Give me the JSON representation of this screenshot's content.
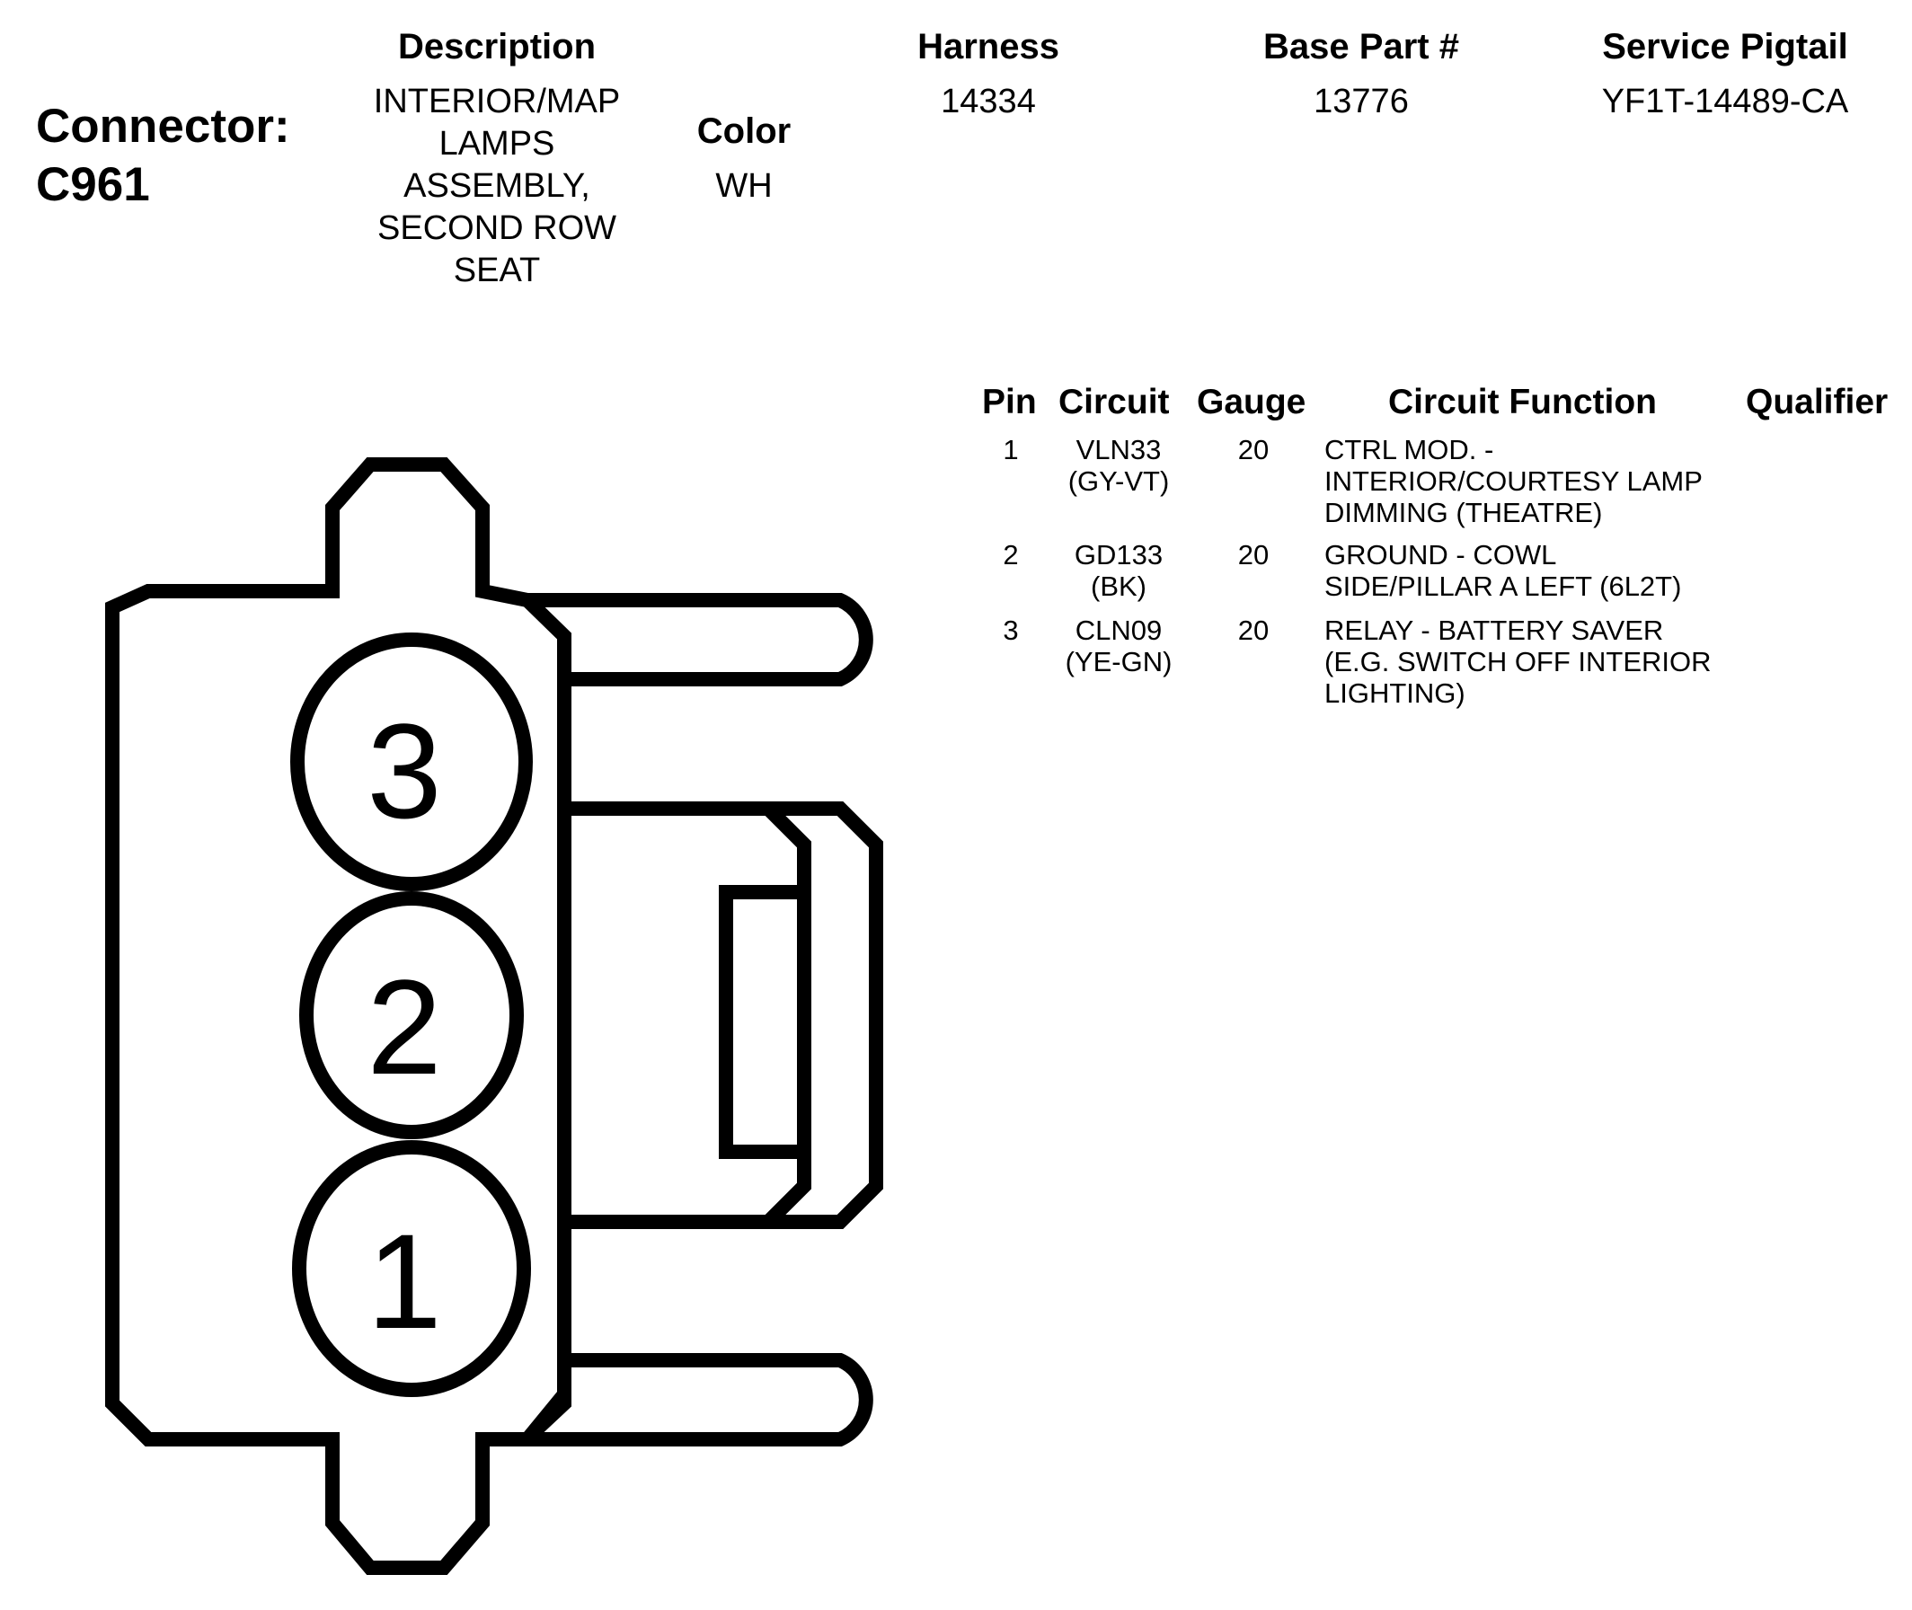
{
  "connector": {
    "label": "Connector:",
    "id": "C961"
  },
  "header": {
    "description_label": "Description",
    "description_value": "INTERIOR/MAP\nLAMPS\nASSEMBLY,\nSECOND ROW\nSEAT",
    "color_label": "Color",
    "color_value": "WH",
    "harness_label": "Harness",
    "harness_value": "14334",
    "base_part_label": "Base Part #",
    "base_part_value": "13776",
    "service_pigtail_label": "Service Pigtail",
    "service_pigtail_value": "YF1T-14489-CA"
  },
  "pin_table": {
    "columns": [
      "Pin",
      "Circuit",
      "Gauge",
      "Circuit Function",
      "Qualifier"
    ],
    "rows": [
      {
        "pin": "1",
        "circuit": "VLN33\n(GY-VT)",
        "gauge": "20",
        "function": "CTRL MOD. -\nINTERIOR/COURTESY LAMP\nDIMMING (THEATRE)",
        "qualifier": ""
      },
      {
        "pin": "2",
        "circuit": "GD133\n(BK)",
        "gauge": "20",
        "function": "GROUND - COWL\nSIDE/PILLAR A LEFT (6L2T)",
        "qualifier": ""
      },
      {
        "pin": "3",
        "circuit": "CLN09\n(YE-GN)",
        "gauge": "20",
        "function": "RELAY - BATTERY SAVER\n(E.G. SWITCH OFF INTERIOR\nLIGHTING)",
        "qualifier": ""
      }
    ]
  },
  "diagram": {
    "pin_labels": [
      "3",
      "2",
      "1"
    ]
  }
}
